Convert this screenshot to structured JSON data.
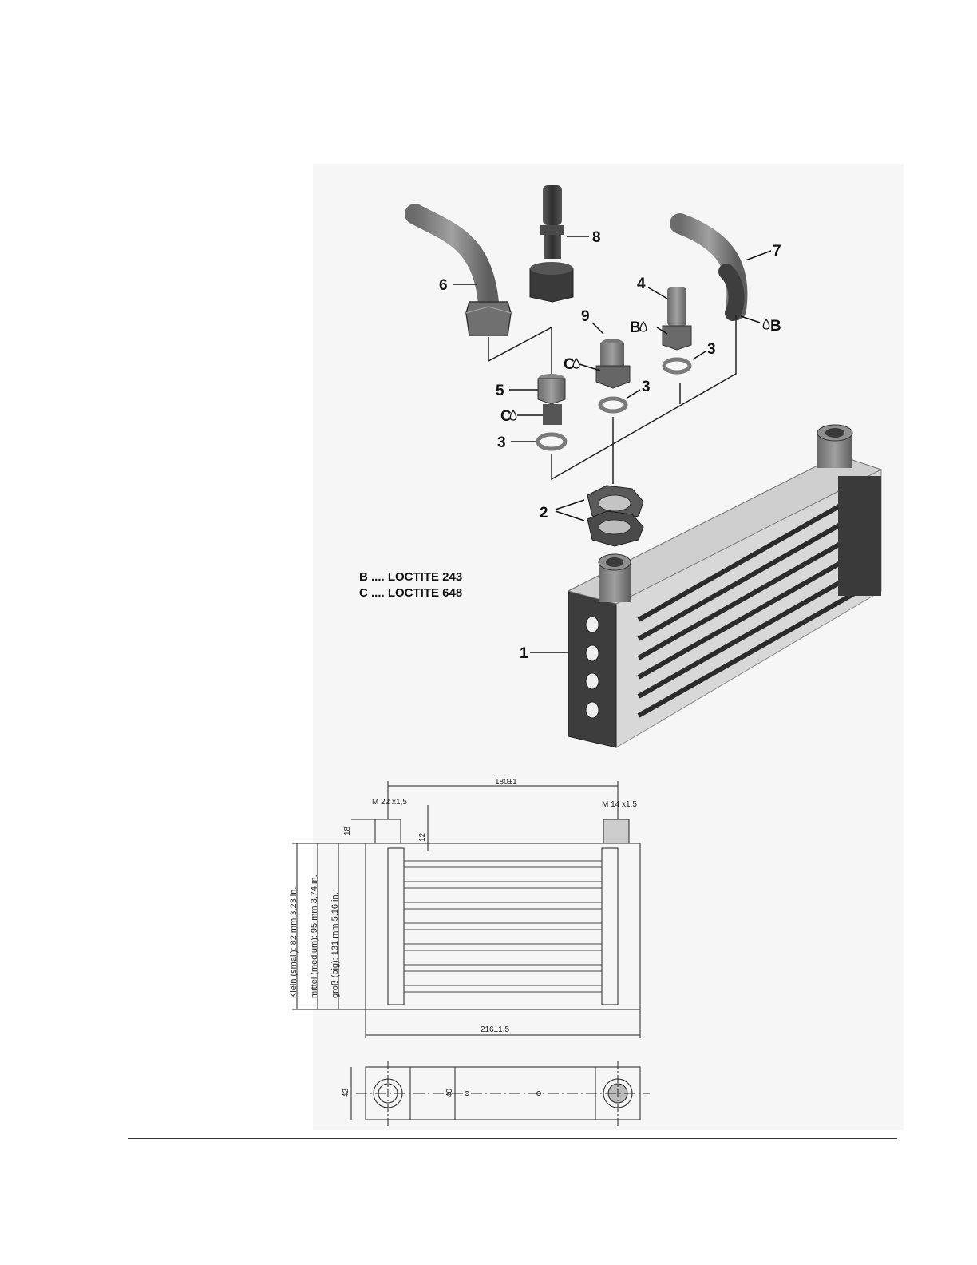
{
  "callouts": {
    "c1": "1",
    "c2": "2",
    "c3a": "3",
    "c3b": "3",
    "c3c": "3",
    "c4": "4",
    "c5": "5",
    "c6": "6",
    "c7": "7",
    "c8": "8",
    "c9": "9",
    "b_left": "B",
    "b_right": "B",
    "c_upper": "C",
    "c_lower": "C"
  },
  "legend": {
    "line_b": "B .... LOCTITE 243",
    "line_c": "C .... LOCTITE 648"
  },
  "dimensions": {
    "span_top": "180±1",
    "thread_left": "M 22 x1,5",
    "thread_right": "M 14 x1,5",
    "height_18": "18",
    "height_12": "12",
    "width_bottom": "216±1,5",
    "depth_42": "42",
    "depth_40": "40",
    "size_small": "Klein (small):     82 mm  3,23 in.",
    "size_medium": "mittel (medium):  95 mm  3,74 in.",
    "size_big": "groß (big):          131 mm 5,16 in."
  },
  "colors": {
    "part_dark": "#3d3d3d",
    "part_mid": "#8a8a8a",
    "part_light": "#c9c9c9",
    "line": "#222222"
  }
}
